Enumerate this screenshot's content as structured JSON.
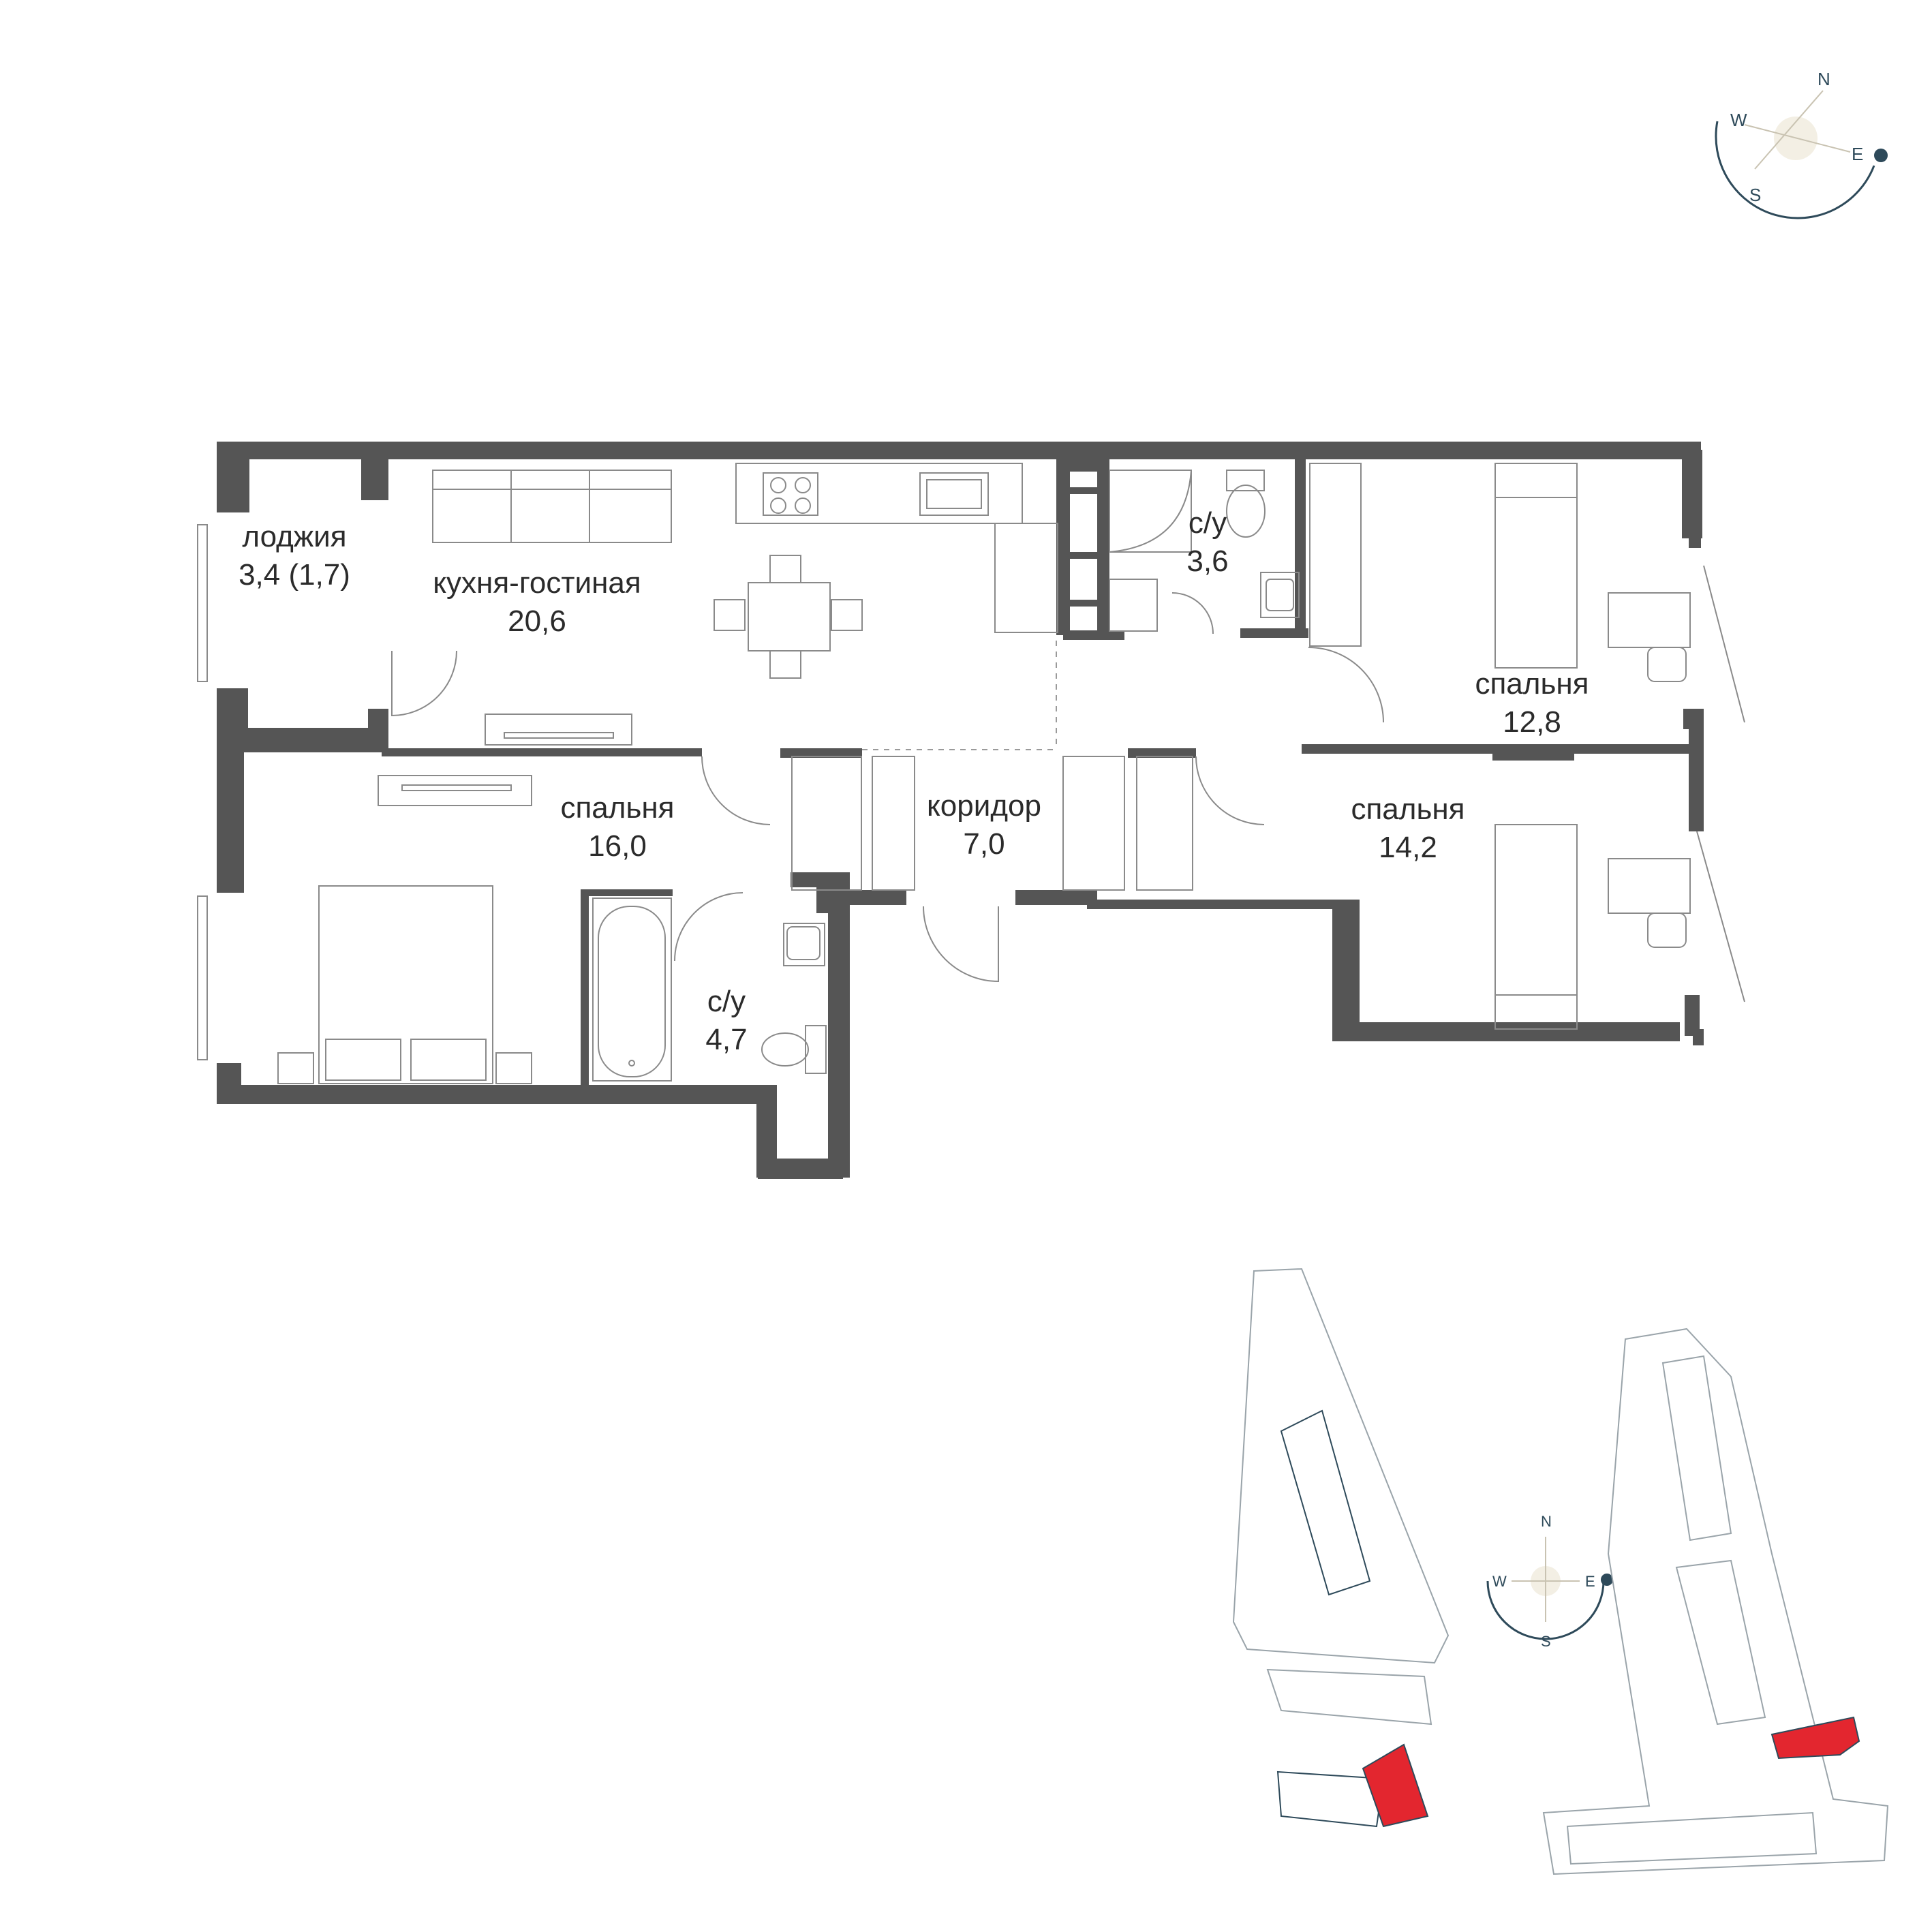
{
  "rooms": {
    "loggia": {
      "name": "лоджия",
      "area": "3,4 (1,7)"
    },
    "kitchen_living": {
      "name": "кухня-гостиная",
      "area": "20,6"
    },
    "bathroom_small": {
      "name": "с/у",
      "area": "3,6"
    },
    "bedroom_ne": {
      "name": "спальня",
      "area": "12,8"
    },
    "bedroom_w": {
      "name": "спальня",
      "area": "16,0"
    },
    "corridor": {
      "name": "коридор",
      "area": "7,0"
    },
    "bedroom_se": {
      "name": "спальня",
      "area": "14,2"
    },
    "bathroom_large": {
      "name": "с/у",
      "area": "4,7"
    }
  },
  "compass_top": {
    "n": "N",
    "e": "E",
    "s": "S",
    "w": "W"
  },
  "compass_site": {
    "n": "N",
    "e": "E",
    "s": "S",
    "w": "W"
  },
  "colors": {
    "wall": "#555555",
    "furniture": "#8a8a8a",
    "highlight": "#e3262f",
    "compass": "#2e4a5a"
  }
}
